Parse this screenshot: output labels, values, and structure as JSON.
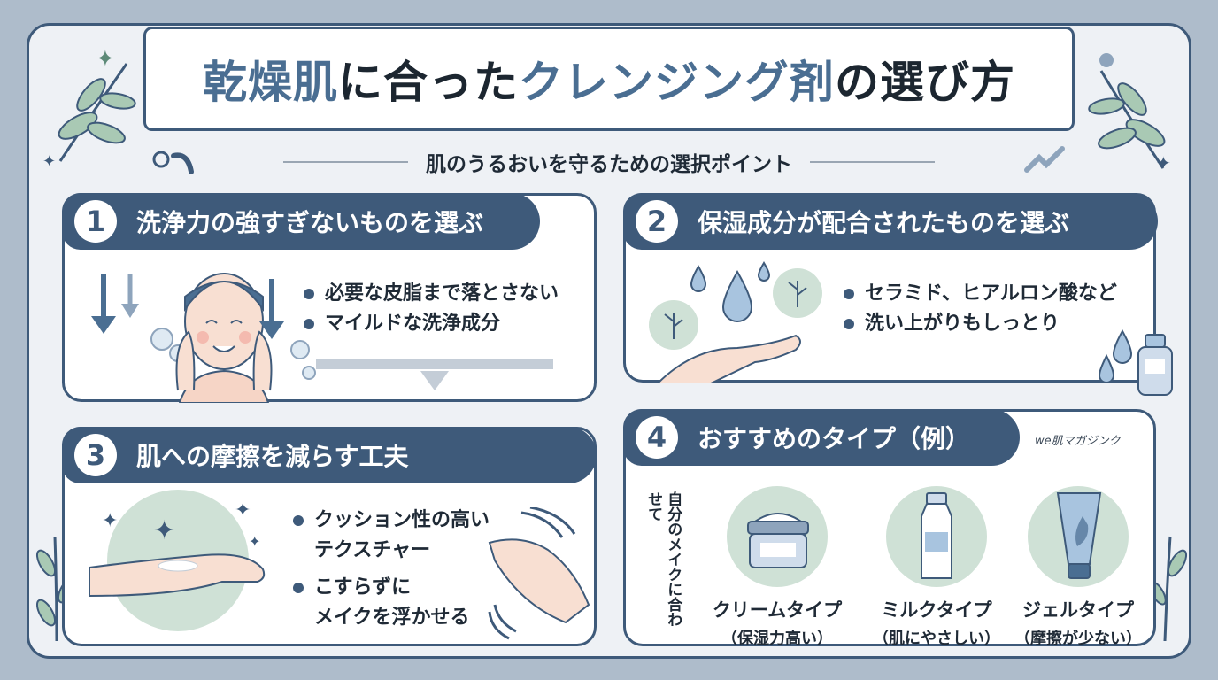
{
  "header": {
    "title_part1": "乾燥肌",
    "title_part2": "に合った",
    "title_part3": "クレンジング剤",
    "title_part4": "の選び方",
    "subtitle": "肌のうるおいを守るための選択ポイント"
  },
  "cards": [
    {
      "number": "1",
      "title": "洗浄力の強すぎないものを選ぶ",
      "bullets": [
        "必要な皮脂まで落とさない",
        "マイルドな洗浄成分"
      ]
    },
    {
      "number": "2",
      "title": "保湿成分が配合されたものを選ぶ",
      "bullets": [
        "セラミド、ヒアルロン酸など",
        "洗い上がりもしっとり"
      ]
    },
    {
      "number": "3",
      "title": "肌への摩擦を減らす工夫",
      "bullets": [
        "クッション性の高い\nテクスチャー",
        "こすらずに\nメイクを浮かせる"
      ]
    },
    {
      "number": "4",
      "title": "おすすめのタイプ（例）",
      "watermark": "we肌マガジンク",
      "vertical_note": "自分のメイクに合わせて",
      "types": [
        {
          "name": "クリームタイプ",
          "note": "（保湿力高い）"
        },
        {
          "name": "ミルクタイプ",
          "note": "（肌にやさしい）"
        },
        {
          "name": "ジェルタイプ",
          "note": "（摩擦が少ない）"
        }
      ]
    }
  ],
  "colors": {
    "background": "#aebccb",
    "frame": "#eef1f5",
    "accent": "#3e5a7a",
    "title_blue": "#4a6e92",
    "leaf_green": "#a9c9b4",
    "soft_green": "#cfe1d6"
  }
}
